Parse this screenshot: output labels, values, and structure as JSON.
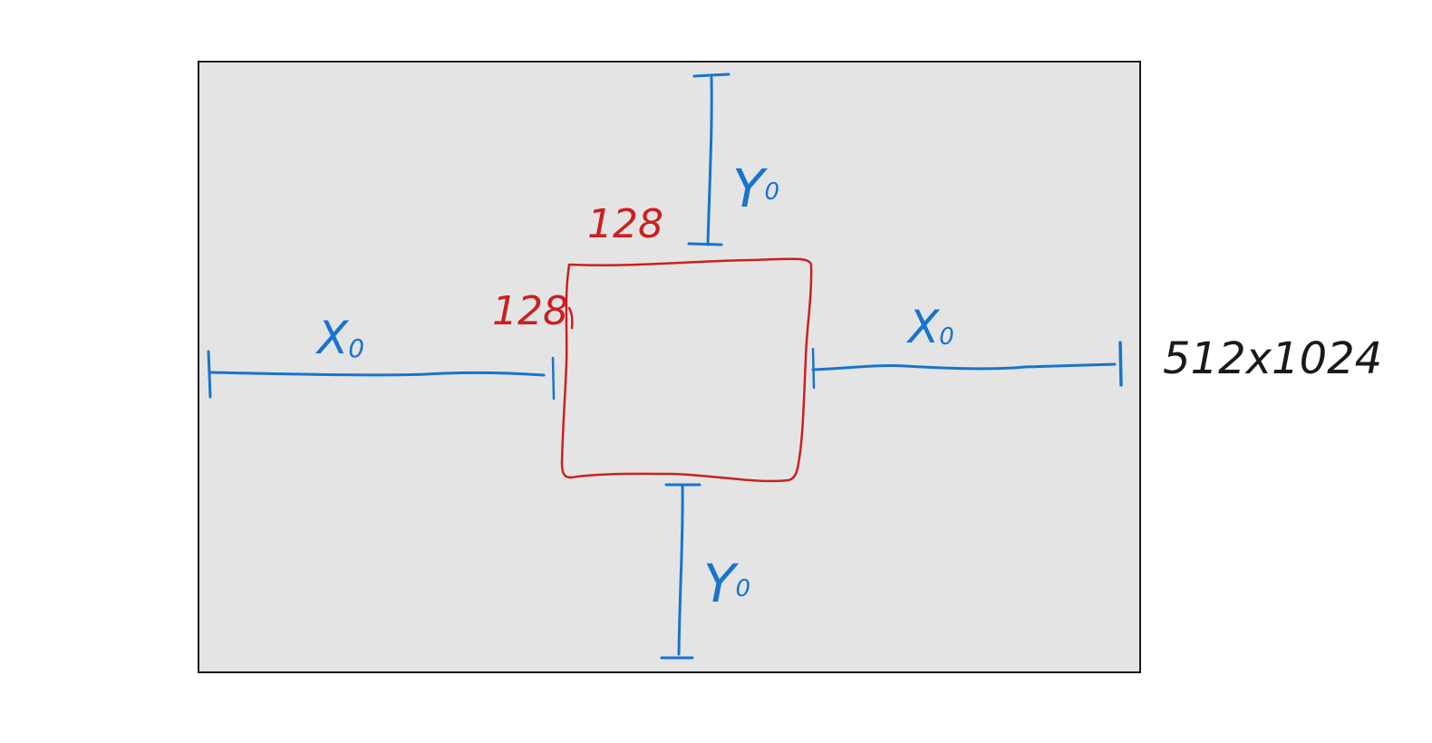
{
  "colors": {
    "canvas_fill": "#E4E4E4",
    "canvas_border": "#1a1a1a",
    "blue": "#1874CD",
    "red": "#CC1F1F",
    "ink": "#1a1a1a",
    "background": "#FFFFFF"
  },
  "labels": {
    "x_left": "X",
    "x_left_sub": "0",
    "x_right": "X",
    "x_right_sub": "0",
    "y_top": "Y",
    "y_top_sub": "0",
    "y_bottom": "Y",
    "y_bottom_sub": "0",
    "box_width": "128",
    "box_height": "128",
    "canvas_size": "512x1024"
  }
}
